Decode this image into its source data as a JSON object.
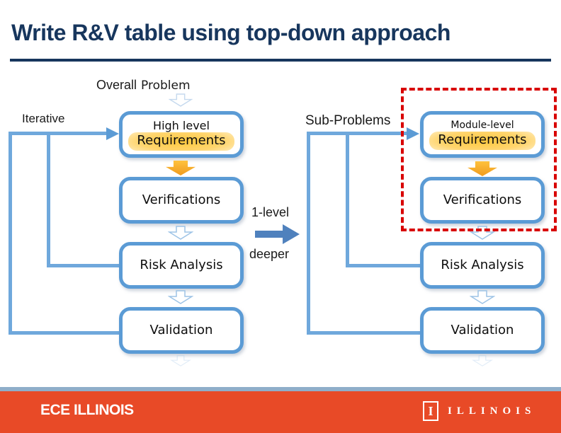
{
  "title": "Write R&V table using top-down approach",
  "labels": {
    "overall": "Overall",
    "problem": "Problem",
    "iterative": "Iterative",
    "sub_problems": "Sub-Problems",
    "one_level": "1-level",
    "deeper": "deeper"
  },
  "left_column": {
    "heading_line1": "High level",
    "heading_line2": "Requirements",
    "box2": "Verifications",
    "box3": "Risk Analysis",
    "box4": "Validation"
  },
  "right_column": {
    "heading_line1": "Module-level",
    "heading_line2": "Requirements",
    "box2": "Verifications",
    "box3": "Risk Analysis",
    "box4": "Validation"
  },
  "footer": {
    "ece_logo": "ECE ILLINOIS",
    "illinois_block_i": "I",
    "illinois_wordmark": "ILLINOIS"
  },
  "icons": {
    "down_arrow_outline": "hollow block arrow pointing down",
    "down_arrow_orange": "gold filled block arrow pointing down",
    "right_arrow_solid": "blue filled block arrow pointing right",
    "flow_arrowhead": "solid blue triangle arrowhead pointing right"
  },
  "colors": {
    "title_navy": "#17365D",
    "box_border_blue": "#5B9BD5",
    "connector_blue": "#6FA8DC",
    "highlight_gold": "#FFD34D",
    "orange_arrow": "#F5A623",
    "dashed_red": "#D80000",
    "footer_orange": "#E84A27",
    "footer_strip_blue": "#8FAEC9",
    "solid_arrow_blue": "#4F81BD"
  }
}
